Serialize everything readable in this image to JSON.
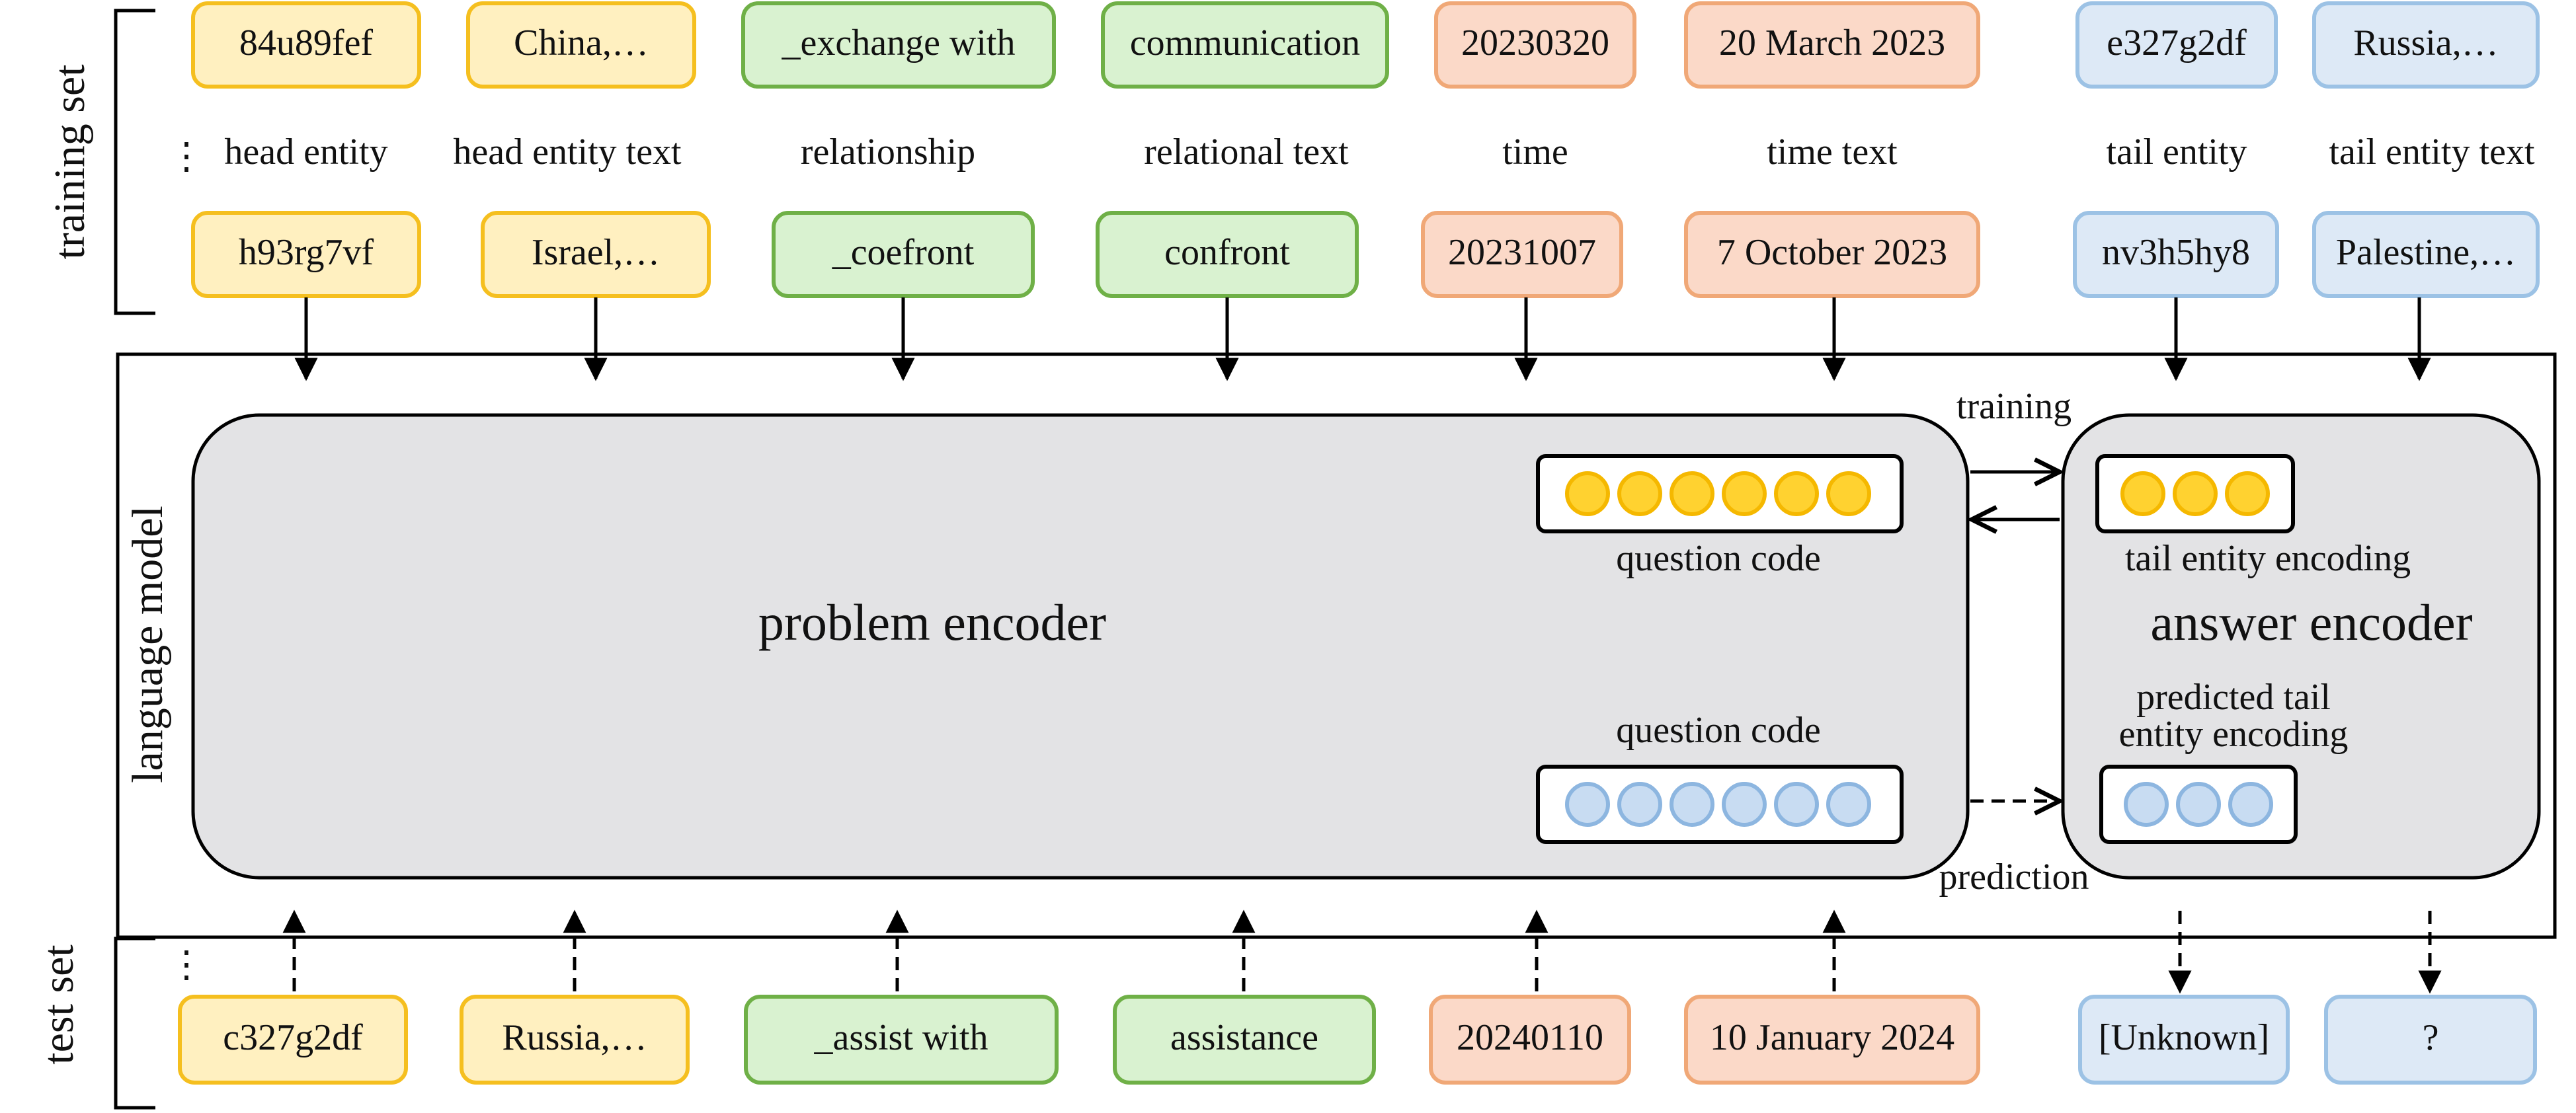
{
  "colors": {
    "head": {
      "fill": "#fff0c0",
      "stroke": "#f5bf1f"
    },
    "relation": {
      "fill": "#d9f2d0",
      "stroke": "#6fb047"
    },
    "time": {
      "fill": "#fbd9c8",
      "stroke": "#f0a877"
    },
    "tail": {
      "fill": "#dde9f6",
      "stroke": "#9cc2e5"
    },
    "encoder_fill": "#e3e3e5",
    "circle_yellow": {
      "fill": "#ffd230",
      "stroke": "#f5b800"
    },
    "circle_blue": {
      "fill": "#c8dcf2",
      "stroke": "#8db6e0"
    }
  },
  "training_set": {
    "label": "training set",
    "ellipsis": "⋮",
    "row1": [
      "84u89fef",
      "China,…",
      "_exchange with",
      "communication",
      "20230320",
      "20 March 2023",
      "e327g2df",
      "Russia,…"
    ],
    "headers": [
      "head entity",
      "head entity text",
      "relationship",
      "relational text",
      "time",
      "time text",
      "tail entity",
      "tail entity text"
    ],
    "row2": [
      "h93rg7vf",
      "Israel,…",
      "_coefront",
      "confront",
      "20231007",
      "7 October 2023",
      "nv3h5hy8",
      "Palestine,…"
    ]
  },
  "language_model": {
    "label": "language model",
    "problem_encoder": {
      "title": "problem encoder",
      "question_code_top": "question code",
      "question_code_bottom": "question code"
    },
    "answer_encoder": {
      "title": "answer encoder",
      "tail_encoding": "tail entity encoding",
      "predicted_line1": "predicted tail",
      "predicted_line2": "entity encoding"
    },
    "training_label": "training",
    "prediction_label": "prediction"
  },
  "test_set": {
    "label": "test set",
    "ellipsis": "⋮",
    "row": [
      "c327g2df",
      "Russia,…",
      "_assist with",
      "assistance",
      "20240110",
      "10 January 2024",
      "[Unknown]",
      "?"
    ]
  }
}
